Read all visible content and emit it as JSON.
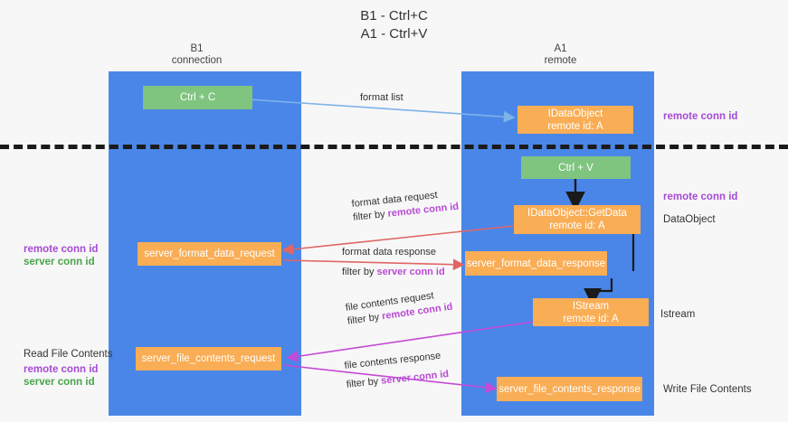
{
  "title": {
    "line1": "B1 - Ctrl+C",
    "line2": "A1 - Ctrl+V"
  },
  "lanes": [
    {
      "name": "b1",
      "head_line1": "B1",
      "head_line2": "connection",
      "color": "#4a86e8"
    },
    {
      "name": "a1",
      "head_line1": "A1",
      "head_line2": "remote",
      "color": "#4a86e8"
    }
  ],
  "nodes": {
    "ctrl_c": {
      "line1": "Ctrl + C",
      "line2": "",
      "color": "#7fc47f"
    },
    "idataobject": {
      "line1": "IDataObject",
      "line2": "remote id: A",
      "color": "#f9ad55"
    },
    "ctrl_v": {
      "line1": "Ctrl + V",
      "line2": "",
      "color": "#7fc47f"
    },
    "getdata": {
      "line1": "IDataObject::GetData",
      "line2": "remote id: A",
      "color": "#f9ad55"
    },
    "server_format_data_request": {
      "line1": "server_format_data_request",
      "line2": "",
      "color": "#f9ad55"
    },
    "server_format_data_response": {
      "line1": "server_format_data_response",
      "line2": "",
      "color": "#f9ad55"
    },
    "istream": {
      "line1": "IStream",
      "line2": "remote id: A",
      "color": "#f9ad55"
    },
    "server_file_contents_request": {
      "line1": "server_file_contents_request",
      "line2": "",
      "color": "#f9ad55"
    },
    "server_file_contents_response": {
      "line1": "server_file_contents_response",
      "line2": "",
      "color": "#f9ad55"
    }
  },
  "edges": {
    "format_list": {
      "line1": "format list",
      "line2": "",
      "line2_hl": ""
    },
    "format_data_request": {
      "line1": "format data request",
      "line2": "filter by ",
      "line2_hl": "remote conn id"
    },
    "format_data_response": {
      "line1": "format data response",
      "line2": "filter by ",
      "line2_hl": "server conn id"
    },
    "file_contents_request": {
      "line1": "file contents request",
      "line2": "filter by ",
      "line2_hl": "remote conn id"
    },
    "file_contents_response": {
      "line1": "file contents response",
      "line2": "filter by ",
      "line2_hl": "server conn id"
    }
  },
  "right_labels": {
    "remote_conn_id_top": "remote conn id",
    "remote_conn_id_mid": "remote conn id",
    "dataobject": "DataObject",
    "istream": "Istream",
    "write_file_contents": "Write File Contents"
  },
  "left_labels": {
    "remote_conn_id_1": "remote conn id",
    "server_conn_id_1": "server conn id",
    "read_file_contents": "Read File Contents",
    "remote_conn_id_2": "remote conn id",
    "server_conn_id_2": "server conn id"
  },
  "colors": {
    "lane": "#4a86e8",
    "green_node": "#7fc47f",
    "orange_node": "#f9ad55",
    "purple_text": "#a64ad4",
    "green_text": "#4aa44a",
    "arrow_blue": "#7fb3e8",
    "arrow_red": "#e06666",
    "arrow_magenta": "#c34ad4",
    "arrow_black": "#1a1a1a",
    "background": "#f7f7f7"
  }
}
